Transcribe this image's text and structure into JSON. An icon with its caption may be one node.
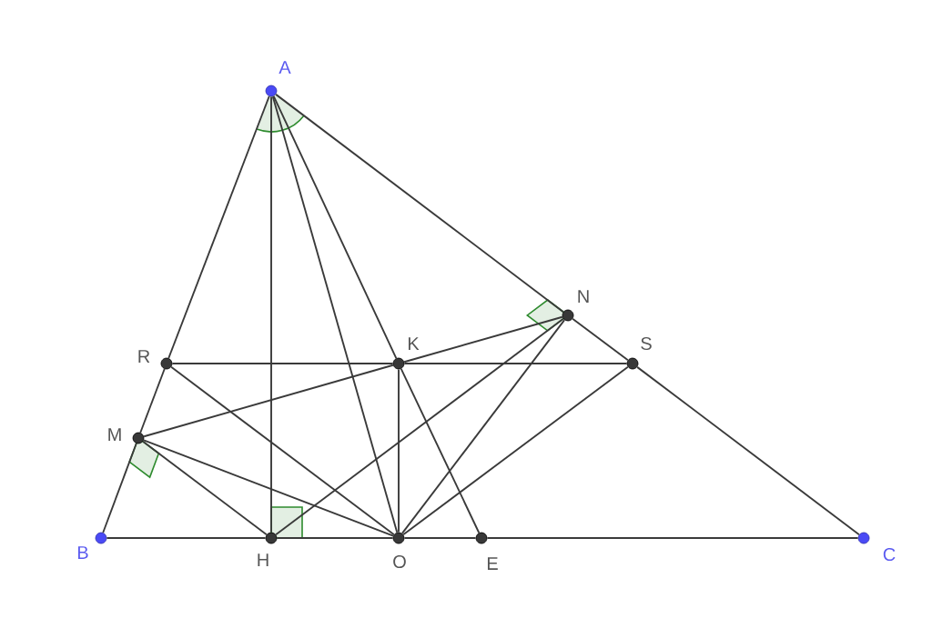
{
  "diagram": {
    "nodes": [
      {
        "text": [
          "A"
        ]
      },
      {
        "text": [
          "B"
        ]
      },
      {
        "text": [
          "C"
        ]
      },
      {
        "text": [
          "H"
        ]
      },
      {
        "text": [
          "O"
        ]
      },
      {
        "text": [
          "E"
        ]
      },
      {
        "text": [
          "K"
        ]
      },
      {
        "text": [
          "R"
        ]
      },
      {
        "text": [
          "S"
        ]
      },
      {
        "text": [
          "M"
        ]
      },
      {
        "text": [
          "N"
        ]
      }
    ],
    "edges": [
      {
        "from": 0,
        "to": 7,
        "arrow": "none"
      },
      {
        "from": 7,
        "to": 9,
        "arrow": "none"
      },
      {
        "from": 9,
        "to": 1,
        "arrow": "none"
      },
      {
        "from": 0,
        "to": 10,
        "arrow": "none"
      },
      {
        "from": 10,
        "to": 8,
        "arrow": "none"
      },
      {
        "from": 8,
        "to": 2,
        "arrow": "none"
      },
      {
        "from": 1,
        "to": 3,
        "arrow": "none"
      },
      {
        "from": 3,
        "to": 4,
        "arrow": "none"
      },
      {
        "from": 4,
        "to": 5,
        "arrow": "none"
      },
      {
        "from": 5,
        "to": 2,
        "arrow": "none"
      },
      {
        "from": 0,
        "to": 3,
        "arrow": "none"
      },
      {
        "from": 0,
        "to": 4,
        "arrow": "none"
      },
      {
        "from": 0,
        "to": 6,
        "arrow": "none"
      },
      {
        "from": 6,
        "to": 5,
        "arrow": "none"
      },
      {
        "from": 7,
        "to": 6,
        "arrow": "none"
      },
      {
        "from": 6,
        "to": 8,
        "arrow": "none"
      },
      {
        "from": 6,
        "to": 4,
        "arrow": "none"
      },
      {
        "from": 9,
        "to": 6,
        "arrow": "none"
      },
      {
        "from": 6,
        "to": 10,
        "arrow": "none"
      },
      {
        "from": 7,
        "to": 4,
        "arrow": "none"
      },
      {
        "from": 9,
        "to": 3,
        "arrow": "none"
      },
      {
        "from": 9,
        "to": 4,
        "arrow": "none"
      },
      {
        "from": 3,
        "to": 10,
        "arrow": "none"
      },
      {
        "from": 4,
        "to": 10,
        "arrow": "none"
      },
      {
        "from": 4,
        "to": 8,
        "arrow": "none"
      }
    ]
  }
}
